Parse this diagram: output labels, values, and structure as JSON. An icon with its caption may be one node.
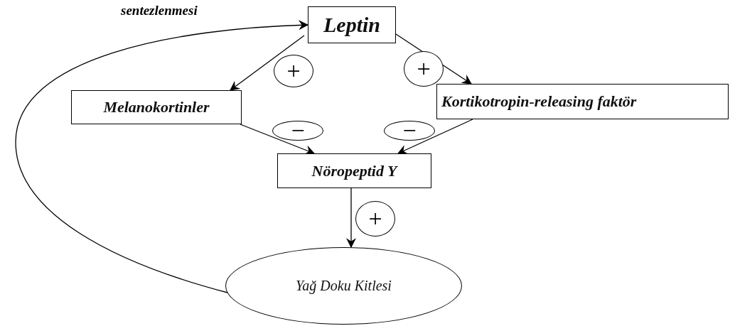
{
  "diagram": {
    "nodes": [
      {
        "text": [
          "Leptin"
        ]
      },
      {
        "text": [
          "Melanokortinler"
        ]
      },
      {
        "text": [
          "Kortikotropin-releasing faktör"
        ]
      },
      {
        "text": [
          "Nöropeptid Y"
        ]
      },
      {
        "text": [
          "Yağ Doku Kitlesi"
        ]
      }
    ],
    "edges": [
      {
        "from": 4,
        "to": 0,
        "arrow": "to",
        "label": "sentezlenmesi"
      },
      {
        "from": 0,
        "to": 1,
        "arrow": "to",
        "label": "+"
      },
      {
        "from": 0,
        "to": 2,
        "arrow": "to",
        "label": "+"
      },
      {
        "from": 1,
        "to": 3,
        "arrow": "to",
        "label": "−"
      },
      {
        "from": 2,
        "to": 3,
        "arrow": "to",
        "label": "−"
      },
      {
        "from": 3,
        "to": 4,
        "arrow": "to",
        "label": "+"
      }
    ]
  }
}
